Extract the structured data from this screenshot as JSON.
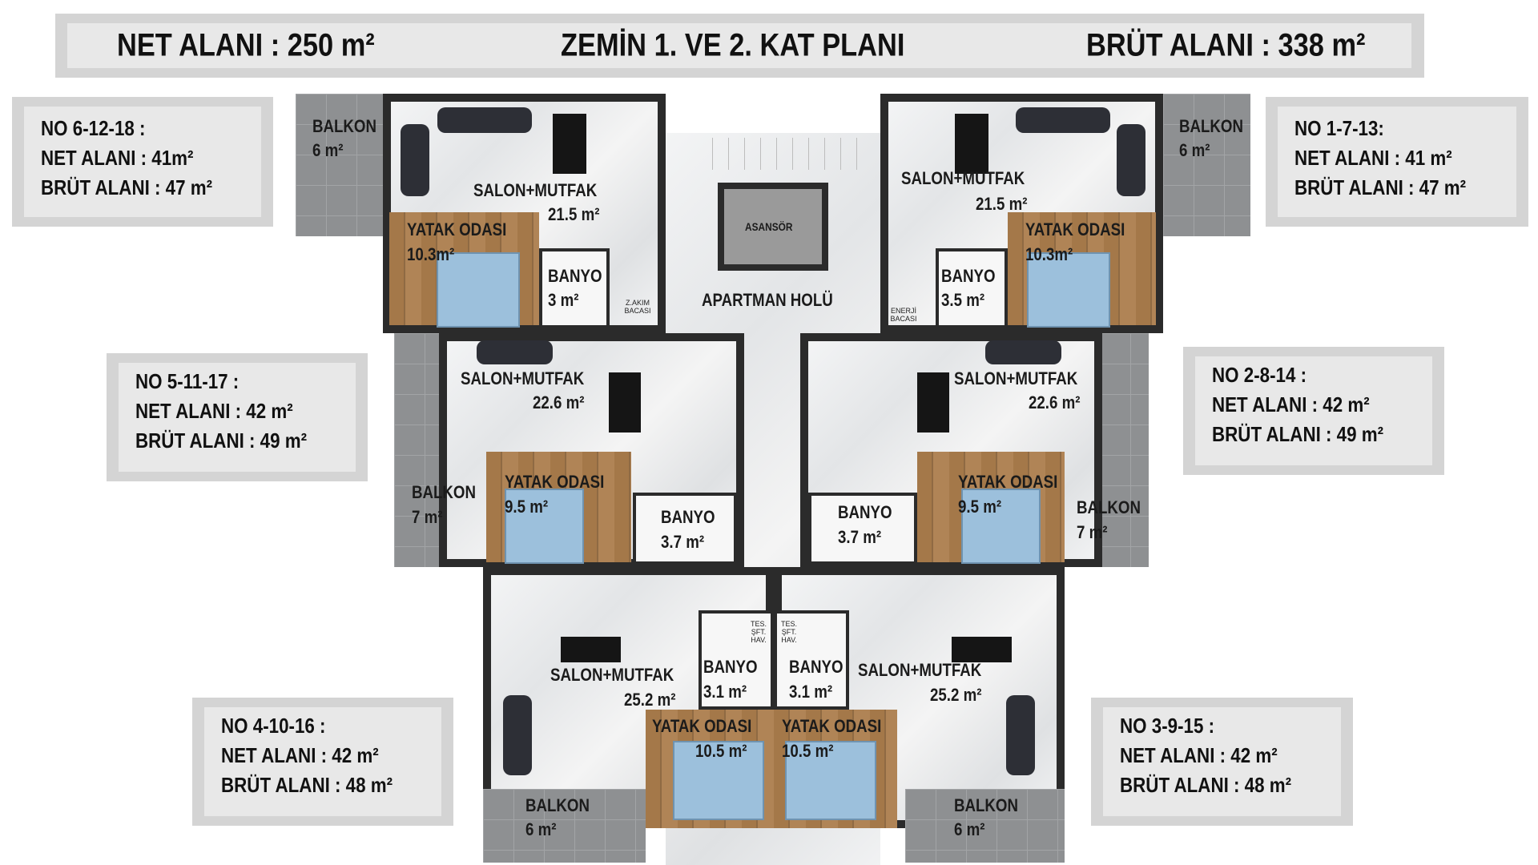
{
  "header": {
    "net_area": "NET ALANI : 250 m²",
    "plan_title": "ZEMİN  1. VE 2. KAT PLANI",
    "gross_area": "BRÜT ALANI : 338 m²"
  },
  "units": [
    {
      "no": "NO 6-12-18 :",
      "net": "NET ALANI : 41m²",
      "gross": "BRÜT ALANI : 47 m²"
    },
    {
      "no": "NO 1-7-13:",
      "net": "NET ALANI : 41 m²",
      "gross": "BRÜT ALANI : 47 m²"
    },
    {
      "no": "NO 5-11-17 :",
      "net": "NET ALANI : 42 m²",
      "gross": "BRÜT ALANI : 49 m²"
    },
    {
      "no": "NO 2-8-14 :",
      "net": "NET ALANI : 42 m²",
      "gross": "BRÜT ALANI : 49 m²"
    },
    {
      "no": "NO 4-10-16 :",
      "net": "NET ALANI : 42 m²",
      "gross": "BRÜT ALANI : 48 m²"
    },
    {
      "no": "NO 3-9-15 :",
      "net": "NET ALANI : 42 m²",
      "gross": "BRÜT ALANI : 48 m²"
    }
  ],
  "plan": {
    "common": {
      "elevator": "ASANSÖR",
      "hall": "APARTMAN HOLÜ",
      "shaft_left": "Z.AKIM BACASI",
      "shaft_right": "ENERJİ BACASI",
      "tes": "TES. ŞFT. HAV."
    },
    "top_left": {
      "salon": "SALON+MUTFAK",
      "salon_area": "21.5 m²",
      "bed": "YATAK ODASI",
      "bed_area": "10.3m²",
      "bath": "BANYO",
      "bath_area": "3 m²",
      "balcony": "BALKON",
      "balcony_area": "6 m²"
    },
    "top_right": {
      "salon": "SALON+MUTFAK",
      "salon_area": "21.5 m²",
      "bed": "YATAK ODASI",
      "bed_area": "10.3m²",
      "bath": "BANYO",
      "bath_area": "3.5 m²",
      "balcony": "BALKON",
      "balcony_area": "6 m²"
    },
    "mid_left": {
      "salon": "SALON+MUTFAK",
      "salon_area": "22.6 m²",
      "bed": "YATAK ODASI",
      "bed_area": "9.5 m²",
      "bath": "BANYO",
      "bath_area": "3.7 m²",
      "balcony": "BALKON",
      "balcony_area": "7 m²"
    },
    "mid_right": {
      "salon": "SALON+MUTFAK",
      "salon_area": "22.6 m²",
      "bed": "YATAK ODASI",
      "bed_area": "9.5 m²",
      "bath": "BANYO",
      "bath_area": "3.7 m²",
      "balcony": "BALKON",
      "balcony_area": "7 m²"
    },
    "bottom_left": {
      "salon": "SALON+MUTFAK",
      "salon_area": "25.2 m²",
      "bed": "YATAK ODASI",
      "bed_area": "10.5 m²",
      "bath": "BANYO",
      "bath_area": "3.1 m²",
      "balcony": "BALKON",
      "balcony_area": "6 m²"
    },
    "bottom_right": {
      "salon": "SALON+MUTFAK",
      "salon_area": "25.2 m²",
      "bed": "YATAK ODASI",
      "bed_area": "10.5 m²",
      "bath": "BANYO",
      "bath_area": "3.1 m²",
      "balcony": "BALKON",
      "balcony_area": "6 m²"
    }
  },
  "colors": {
    "wall": "#2b2b2b",
    "wood_floor": "#a47849",
    "balcony": "#8e9092",
    "panel": "#e8e8e8",
    "panel_border": "#d4d4d4"
  }
}
